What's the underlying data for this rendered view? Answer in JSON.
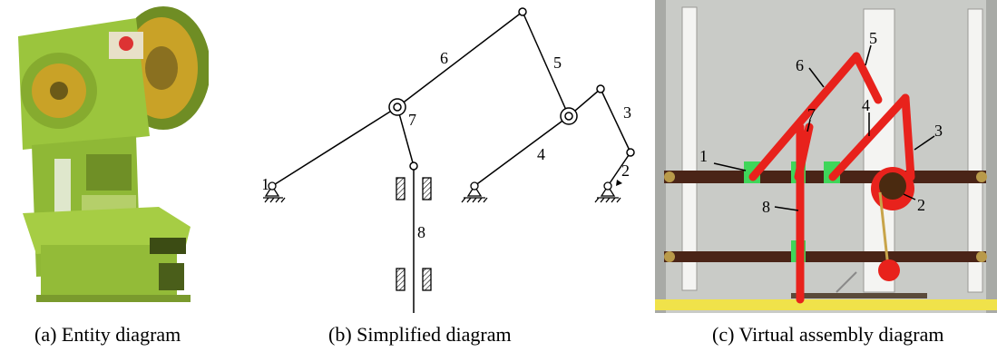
{
  "panels": {
    "a": {
      "caption": "(a) Entity diagram"
    },
    "b": {
      "caption": "(b) Simplified diagram",
      "labels": {
        "n1": "1",
        "n2": "2",
        "n3": "3",
        "n4": "4",
        "n5": "5",
        "n6": "6",
        "n7": "7",
        "n8": "8"
      }
    },
    "c": {
      "caption": "(c) Virtual assembly diagram",
      "labels": {
        "n1": "1",
        "n2": "2",
        "n3": "3",
        "n4": "4",
        "n5": "5",
        "n6": "6",
        "n7": "7",
        "n8": "8"
      }
    }
  },
  "colors": {
    "machine_green": "#9bc53d",
    "machine_dark": "#5e7d1e",
    "flywheel_yellow": "#c9a227",
    "link_red": "#e8221c",
    "bar_brown": "#4a2417",
    "slot_green": "#3fd65a",
    "frame_gray": "#c9cbc7"
  }
}
